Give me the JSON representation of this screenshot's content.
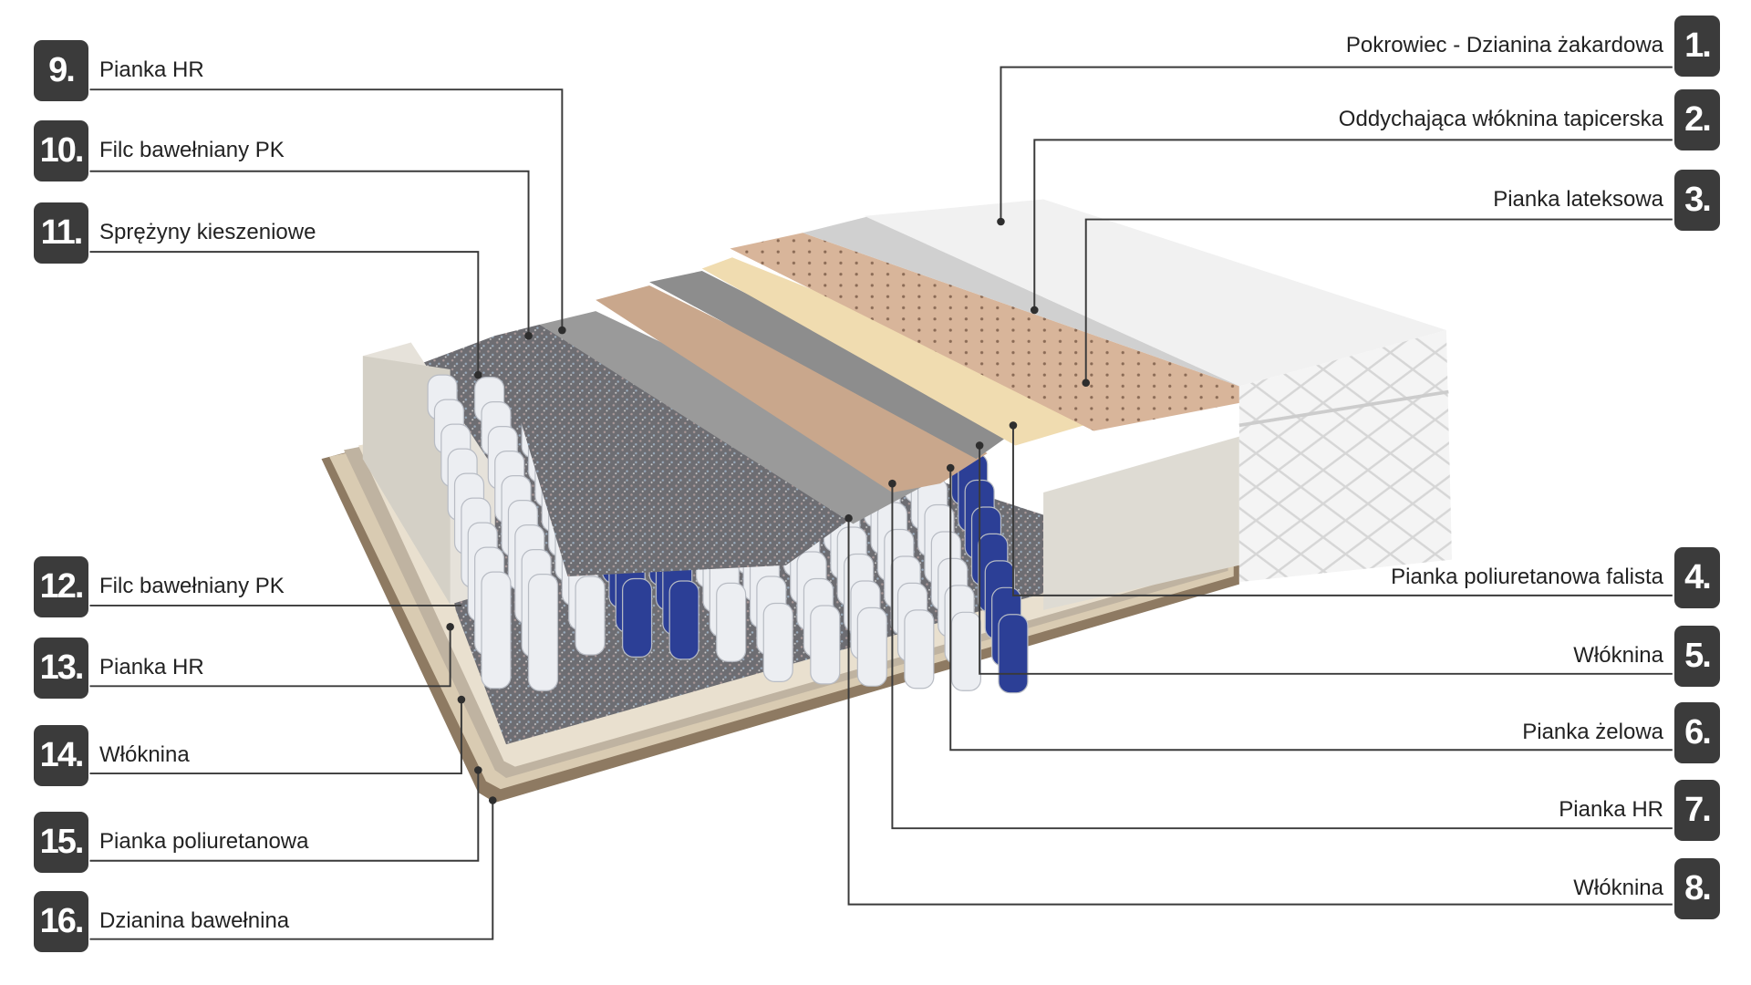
{
  "layers_right": [
    {
      "number": "1.",
      "label": "Pokrowiec - Dzianina żakardowa"
    },
    {
      "number": "2.",
      "label": "Oddychająca włóknina tapicerska"
    },
    {
      "number": "3.",
      "label": "Pianka lateksowa"
    },
    {
      "number": "4.",
      "label": "Pianka poliuretanowa falista"
    },
    {
      "number": "5.",
      "label": "Włóknina"
    },
    {
      "number": "6.",
      "label": "Pianka żelowa"
    },
    {
      "number": "7.",
      "label": "Pianka HR"
    },
    {
      "number": "8.",
      "label": "Włóknina"
    }
  ],
  "layers_left": [
    {
      "number": "9.",
      "label": "Pianka HR"
    },
    {
      "number": "10.",
      "label": "Filc bawełniany PK"
    },
    {
      "number": "11.",
      "label": "Sprężyny kieszeniowe"
    },
    {
      "number": "12.",
      "label": "Filc bawełniany PK"
    },
    {
      "number": "13.",
      "label": "Pianka HR"
    },
    {
      "number": "14.",
      "label": "Włóknina"
    },
    {
      "number": "15.",
      "label": "Pianka poliuretanowa"
    },
    {
      "number": "16.",
      "label": "Dzianina bawełnina"
    }
  ],
  "colors": {
    "badge": "#3b3b3b",
    "line": "#3a3a3a",
    "springs_blue": "#2c3f96"
  }
}
